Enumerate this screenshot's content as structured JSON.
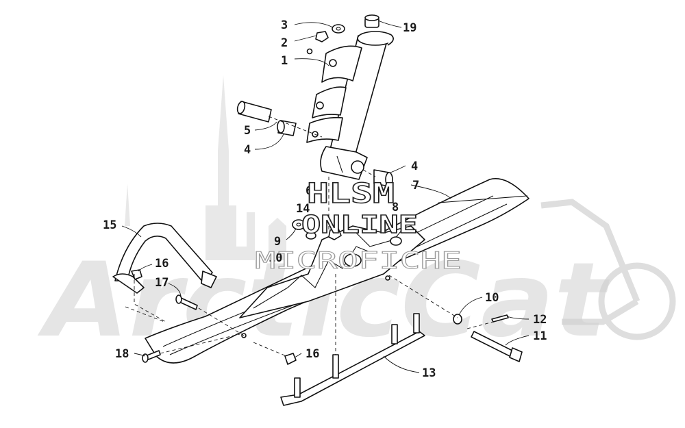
{
  "watermark": {
    "background_logo": "ArcticCat",
    "overlay_line1": "HLSM",
    "overlay_line2": "ONLINE",
    "overlay_line3": "MICROFICHE"
  },
  "callouts": [
    {
      "id": "c3",
      "label": "3"
    },
    {
      "id": "c2",
      "label": "2"
    },
    {
      "id": "c1",
      "label": "1"
    },
    {
      "id": "c19",
      "label": "19"
    },
    {
      "id": "c5",
      "label": "5"
    },
    {
      "id": "c4a",
      "label": "4"
    },
    {
      "id": "c4b",
      "label": "4"
    },
    {
      "id": "c6",
      "label": "6"
    },
    {
      "id": "c7",
      "label": "7"
    },
    {
      "id": "c8",
      "label": "8"
    },
    {
      "id": "c14",
      "label": "14"
    },
    {
      "id": "c15",
      "label": "15"
    },
    {
      "id": "c9",
      "label": "9"
    },
    {
      "id": "c10a",
      "label": "10"
    },
    {
      "id": "c16a",
      "label": "16"
    },
    {
      "id": "c17",
      "label": "17"
    },
    {
      "id": "c10b",
      "label": "10"
    },
    {
      "id": "c12",
      "label": "12"
    },
    {
      "id": "c11",
      "label": "11"
    },
    {
      "id": "c18",
      "label": "18"
    },
    {
      "id": "c16b",
      "label": "16"
    },
    {
      "id": "c13",
      "label": "13"
    }
  ],
  "colors": {
    "line": "#111111",
    "watermark": "#cfcfcf",
    "background": "#ffffff"
  }
}
